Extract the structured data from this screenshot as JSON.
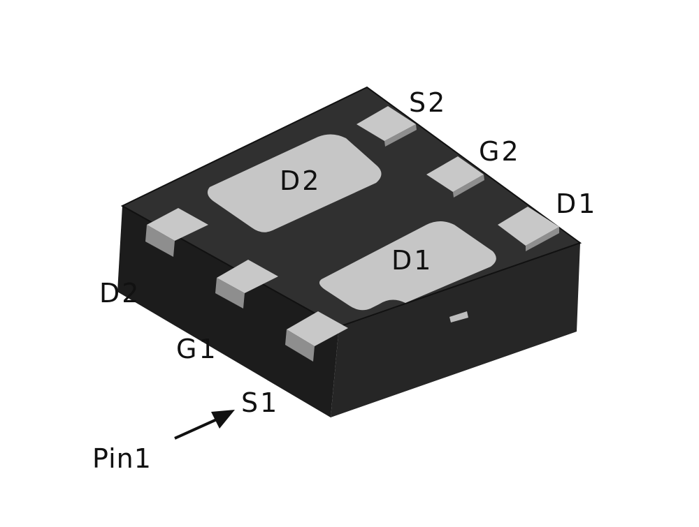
{
  "colors": {
    "top_face": "#2f2f2f",
    "front_face": "#1c1c1c",
    "right_face": "#262626",
    "edge": "#111111",
    "pad": "#c8c8c8",
    "pad_side": "#8e8e8e",
    "pin_marker": "#bdbdbd",
    "text": "#111111"
  },
  "package": {
    "top_pad_labels": {
      "d2": "D2",
      "d1": "D1"
    },
    "pins": {
      "s2": "S2",
      "g2": "G2",
      "d1": "D1",
      "d2": "D2",
      "g1": "G1",
      "s1": "S1"
    },
    "pin1_label": "Pin1"
  }
}
